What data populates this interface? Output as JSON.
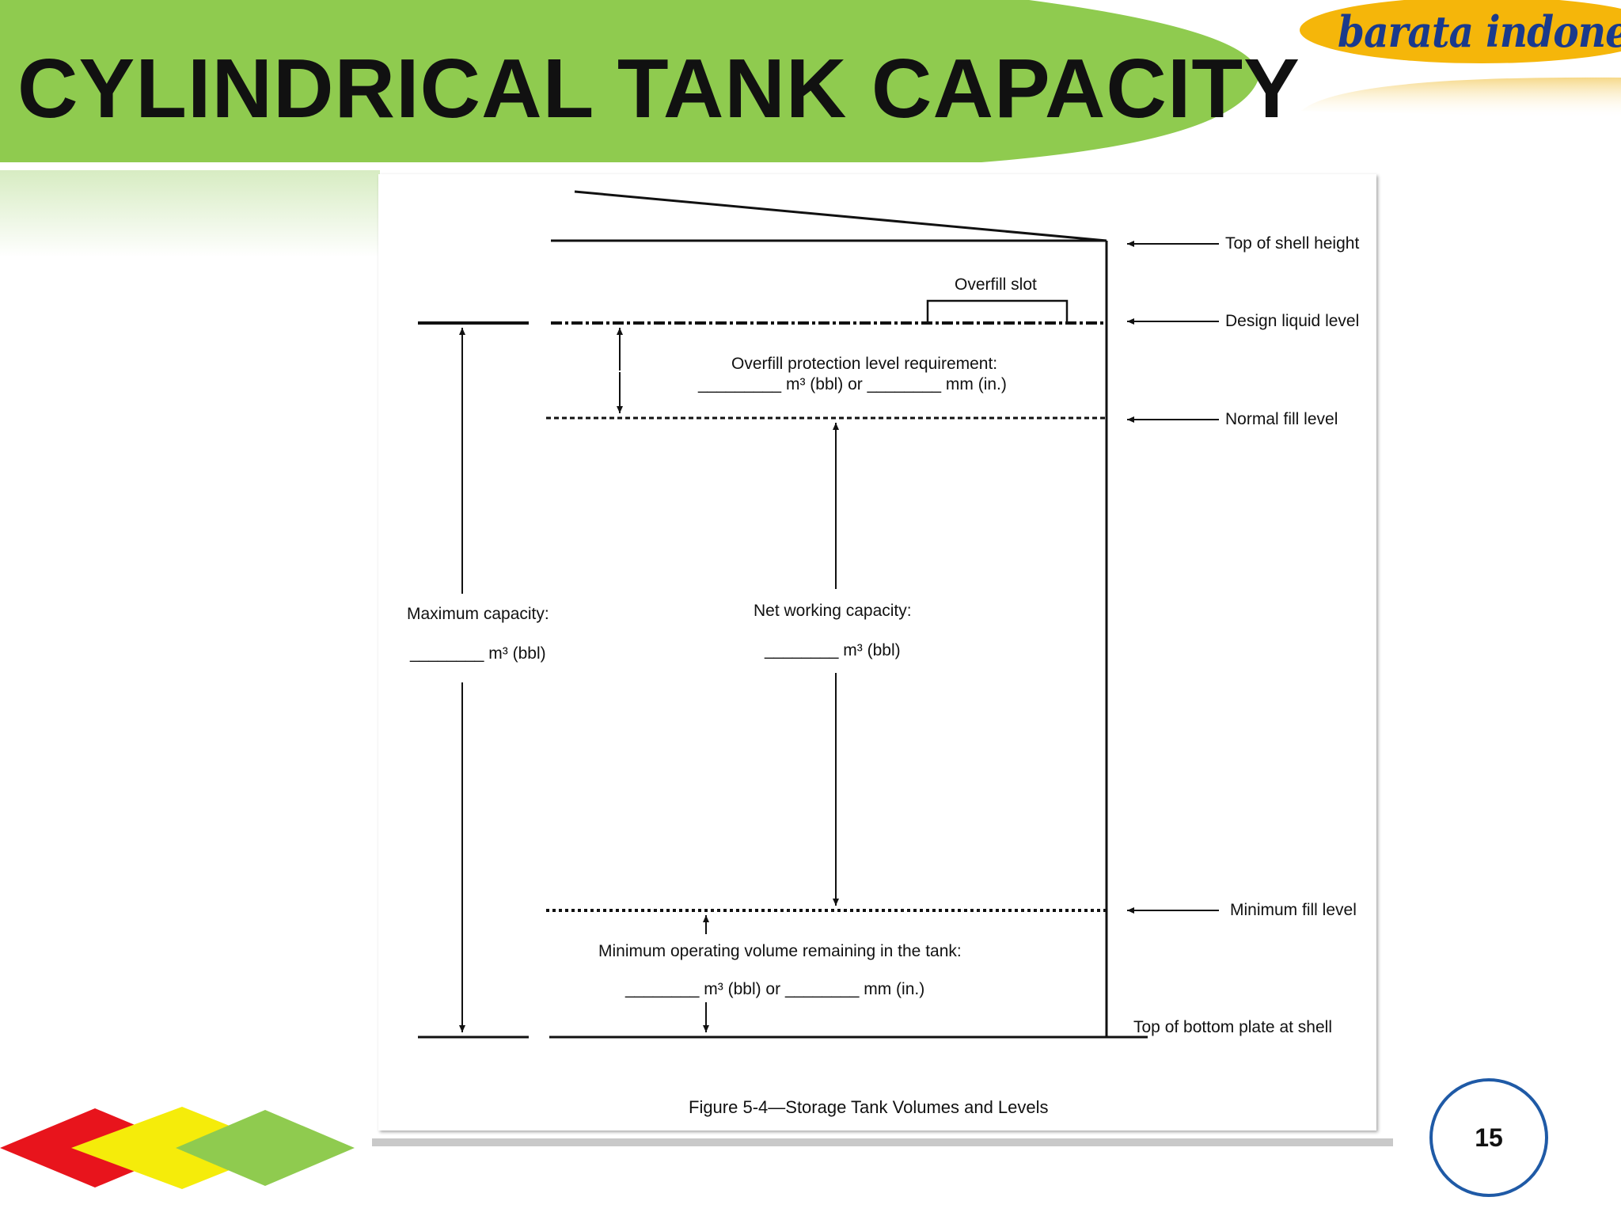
{
  "slide": {
    "title": "CYLINDRICAL TANK CAPACITY",
    "page_number": "15",
    "colors": {
      "banner_green": "#8fcb4f",
      "accent_red": "#e8141c",
      "accent_yellow": "#f5ec0a",
      "logo_orange": "#f5b60a",
      "logo_blue": "#1a3a8c",
      "badge_border": "#1f5aa6"
    }
  },
  "logo": {
    "text": "barata indonesia"
  },
  "figure": {
    "labels": {
      "top_of_shell": "Top of shell height",
      "overfill_slot": "Overfill slot",
      "design_liquid": "Design liquid level",
      "overfill_req_1": "Overfill protection level requirement:",
      "overfill_req_2": "_________ m³ (bbl)   or   ________ mm (in.)",
      "normal_fill": "Normal fill level",
      "max_cap_1": "Maximum capacity:",
      "max_cap_2": "________ m³ (bbl)",
      "net_cap_1": "Net working capacity:",
      "net_cap_2": "________ m³ (bbl)",
      "min_fill": "Minimum fill level",
      "min_op_1": "Minimum operating volume remaining in the tank:",
      "min_op_2": "________ m³ (bbl)   or   ________ mm (in.)",
      "bottom_plate": "Top of bottom plate at shell",
      "caption": "Figure 5-4—Storage Tank Volumes and Levels"
    }
  }
}
